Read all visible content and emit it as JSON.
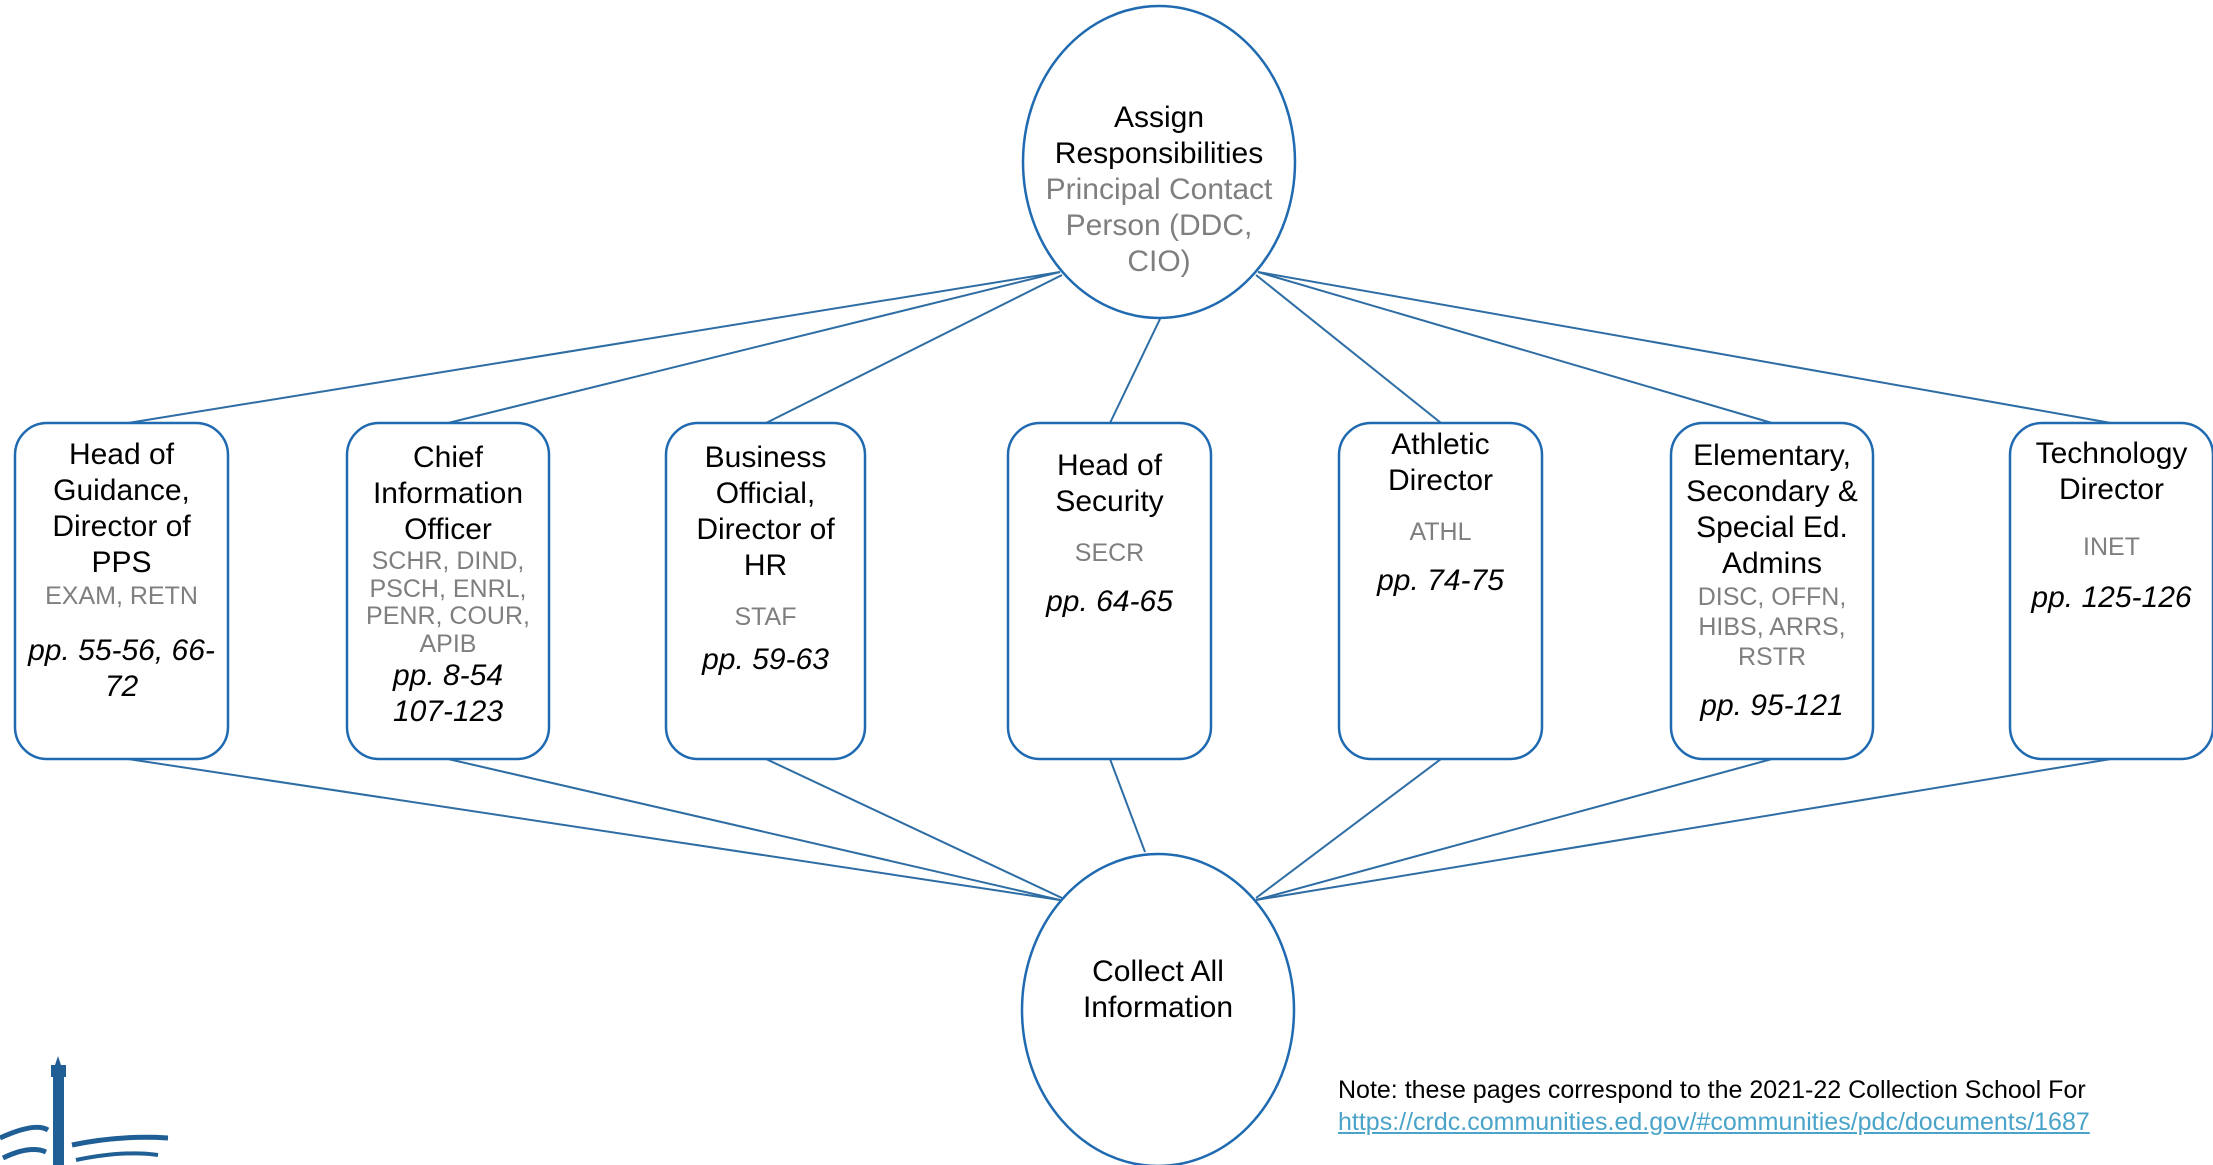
{
  "top_node": {
    "title": "Assign Responsibilities",
    "subtitle": "Principal Contact Person (DDC, CIO)"
  },
  "bottom_node": {
    "title": "Collect All Information"
  },
  "roles": [
    {
      "title": "Head of Guidance, Director of PPS",
      "codes": "EXAM, RETN",
      "pages": "pp. 55-56, 66-72"
    },
    {
      "title": "Chief Information Officer",
      "codes": "SCHR, DIND, PSCH, ENRL, PENR, COUR, APIB",
      "pages": "pp. 8-54 107-123"
    },
    {
      "title": "Business Official, Director of HR",
      "codes": "STAF",
      "pages": "pp. 59-63"
    },
    {
      "title": "Head of Security",
      "codes": "SECR",
      "pages": "pp. 64-65"
    },
    {
      "title": "Athletic Director",
      "codes": "ATHL",
      "pages": "pp. 74-75"
    },
    {
      "title": "Elementary, Secondary & Special Ed. Admins",
      "codes": "DISC, OFFN, HIBS, ARRS, RSTR",
      "pages": "pp. 95-121"
    },
    {
      "title": "Technology Director",
      "codes": "INET",
      "pages": "pp. 125-126"
    }
  ],
  "note": {
    "text": "Note: these pages correspond to the 2021-22 Collection School For",
    "link": "https://crdc.communities.ed.gov/#communities/pdc/documents/1687"
  },
  "colors": {
    "stroke": "#2e6da4",
    "node_border": "#1f6ab0",
    "muted_text": "#7f7f7f",
    "link": "#4aa3c8"
  },
  "logo": {
    "icon": "lighthouse-waves-logo"
  }
}
